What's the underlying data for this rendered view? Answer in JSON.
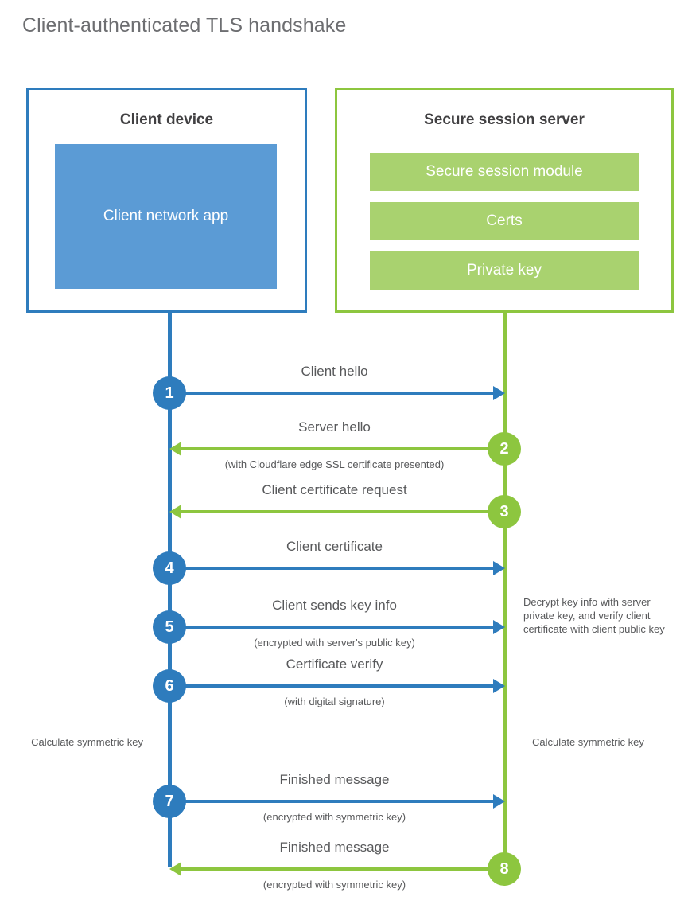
{
  "title": "Client-authenticated TLS handshake",
  "colors": {
    "blue": "#2e7cbd",
    "blue_fill": "#5b9bd5",
    "green": "#8dc63f",
    "green_fill": "#a9d26f",
    "text": "#58595b",
    "heading": "#414042",
    "background": "#ffffff"
  },
  "client": {
    "title": "Client device",
    "app_label": "Client network app"
  },
  "server": {
    "title": "Secure session server",
    "components": [
      "Secure session module",
      "Certs",
      "Private key"
    ]
  },
  "steps": [
    {
      "number": "1",
      "label": "Client hello",
      "sublabel": "",
      "direction": "right",
      "color": "blue"
    },
    {
      "number": "2",
      "label": "Server hello",
      "sublabel": "(with Cloudflare edge SSL certificate presented)",
      "direction": "left",
      "color": "green"
    },
    {
      "number": "3",
      "label": "Client certificate request",
      "sublabel": "",
      "direction": "left",
      "color": "green"
    },
    {
      "number": "4",
      "label": "Client certificate",
      "sublabel": "",
      "direction": "right",
      "color": "blue"
    },
    {
      "number": "5",
      "label": "Client sends key info",
      "sublabel": "(encrypted with server's public key)",
      "direction": "right",
      "color": "blue"
    },
    {
      "number": "6",
      "label": "Certificate verify",
      "sublabel": "(with digital signature)",
      "direction": "right",
      "color": "blue"
    },
    {
      "number": "7",
      "label": "Finished message",
      "sublabel": "(encrypted with symmetric key)",
      "direction": "right",
      "color": "blue"
    },
    {
      "number": "8",
      "label": "Finished message",
      "sublabel": "(encrypted with symmetric key)",
      "direction": "left",
      "color": "green"
    }
  ],
  "notes": {
    "decrypt": "Decrypt key info with server private key, and verify client certificate with client public key",
    "calculate_left": "Calculate symmetric key",
    "calculate_right": "Calculate symmetric key"
  }
}
